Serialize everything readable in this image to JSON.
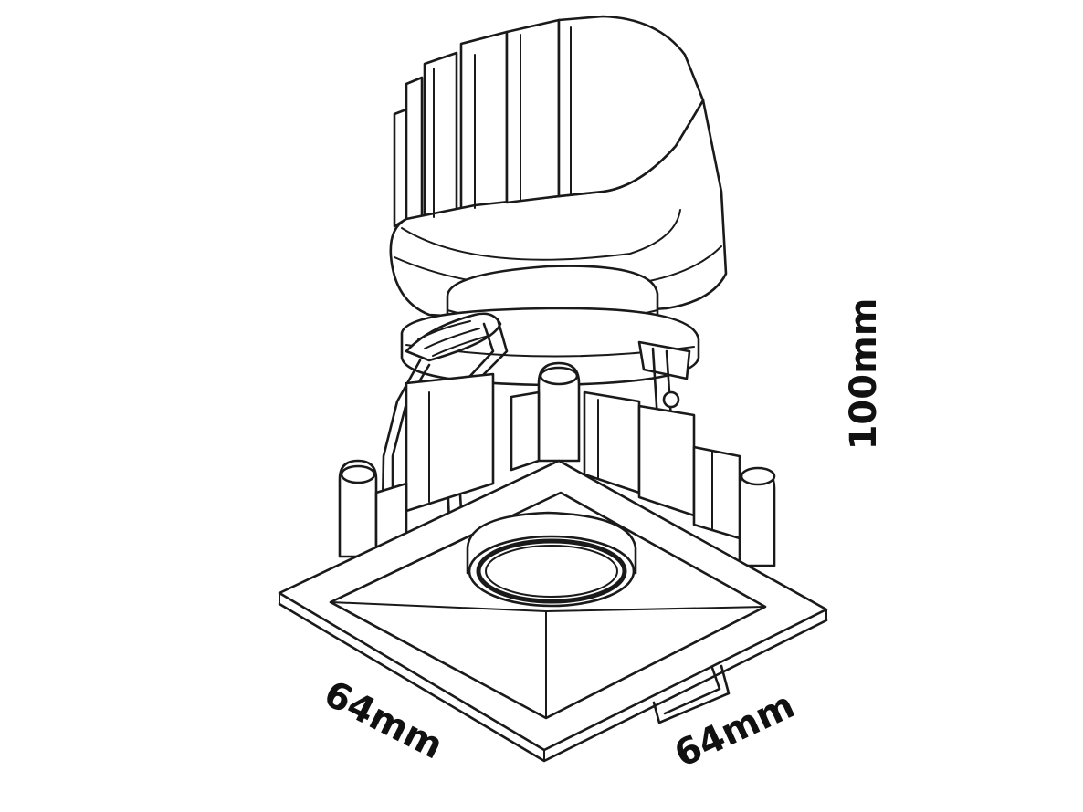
{
  "dimensions": {
    "width_label": "64mm",
    "depth_label": "64mm",
    "height_label": "100mm"
  },
  "colors": {
    "line": "#1a1a1a",
    "text": "#111111",
    "background": "#ffffff"
  }
}
